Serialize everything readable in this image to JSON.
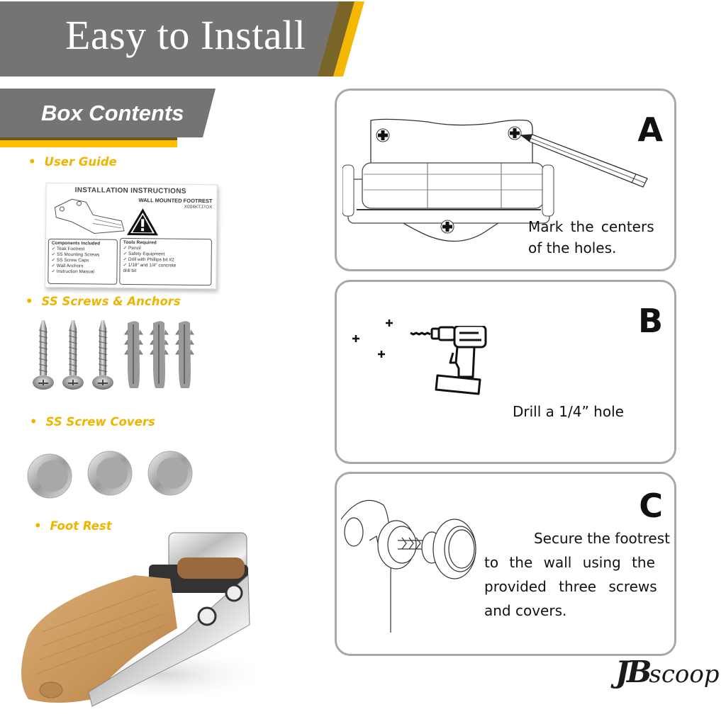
{
  "header": {
    "title": "Easy to Install",
    "colors": {
      "band": "#767472",
      "stripe_dark": "#7a6528",
      "stripe_yellow": "#f5b800"
    }
  },
  "box_contents": {
    "title": "Box Contents",
    "colors": {
      "band": "#767472",
      "bar": "#ffbe00",
      "bullet_text": "#f0b400"
    },
    "items": [
      {
        "bullet": "•",
        "label": "User Guide"
      },
      {
        "bullet": "•",
        "label": "SS Screws & Anchors"
      },
      {
        "bullet": "•",
        "label": "SS Screw Covers"
      },
      {
        "bullet": "•",
        "label": "Foot Rest"
      }
    ],
    "user_guide": {
      "title": "INSTALLATION INSTRUCTIONS",
      "subtitle": "WALL MOUNTED FOOTREST",
      "code": "X004KTJ7OX",
      "components_title": "Components Included",
      "components": [
        "✓ Teak Footrest",
        "✓ SS Mounting Screws",
        "✓ SS Screw Caps",
        "✓ Wall Anchors",
        "✓ Instruction Manual"
      ],
      "tools_title": "Tools Required",
      "tools": [
        "✓ Pencil",
        "✓ Safety Equipment",
        "✓ Drill with Phillips bit #2",
        "✓ 1/18\" and 1/4\" concrete",
        "   drill bit"
      ]
    }
  },
  "steps": [
    {
      "letter": "A",
      "text_lines": [
        "Mark the centers",
        "of the holes."
      ]
    },
    {
      "letter": "B",
      "text_lines": [
        "Drill a 1/4” hole"
      ]
    },
    {
      "letter": "C",
      "text_lines": [
        "Secure the footrest",
        "to the wall using the",
        "provided three screws",
        "and covers."
      ]
    }
  ],
  "brand": {
    "logo_part1": "JB",
    "logo_part2": "scoop"
  }
}
